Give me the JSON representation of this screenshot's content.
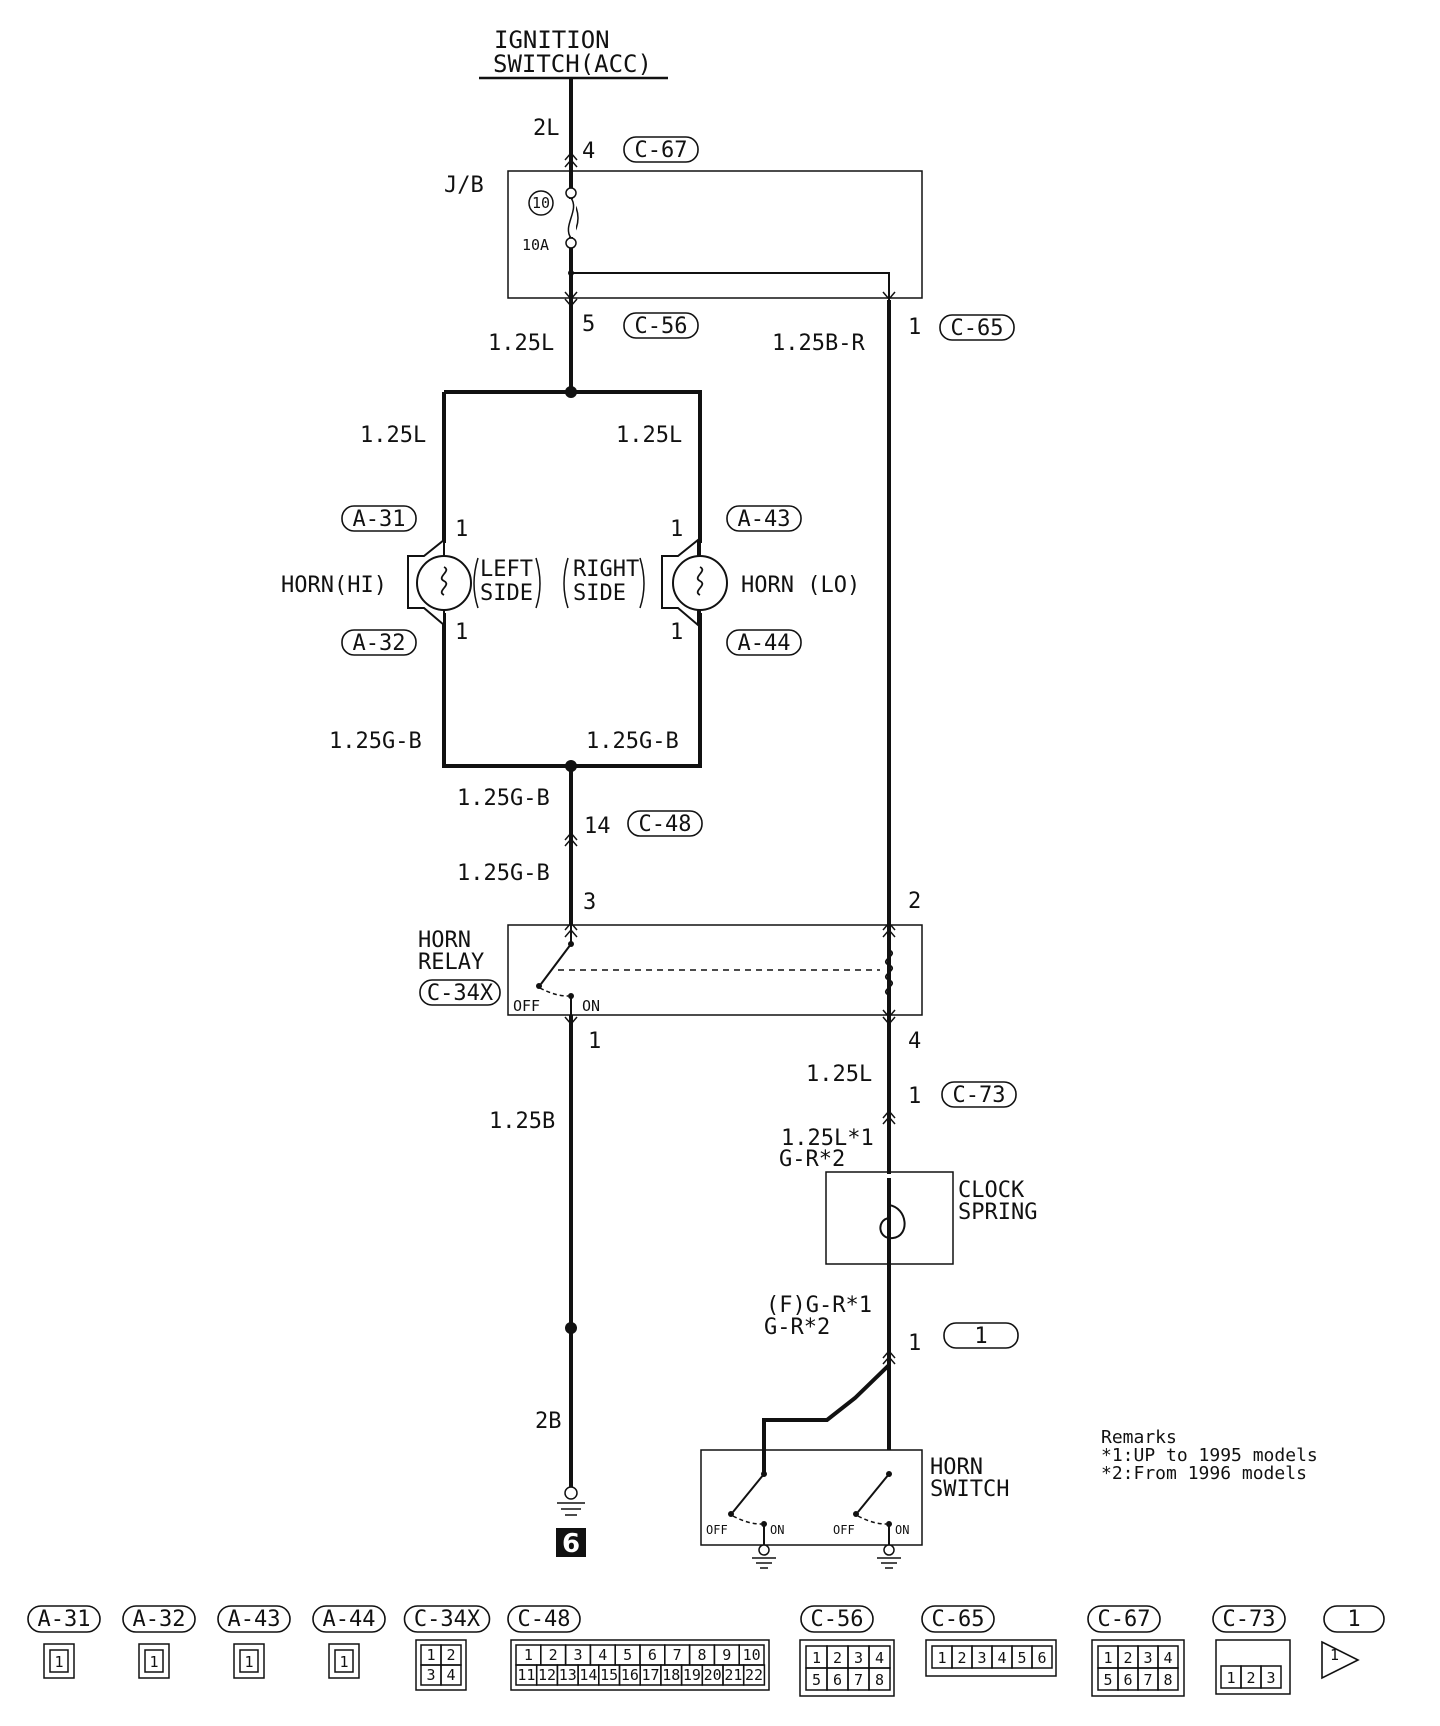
{
  "header": {
    "line1": "IGNITION",
    "line2": "SWITCH(ACC)"
  },
  "junction_block": {
    "label": "J/B",
    "fuse_number": "10",
    "fuse_rating": "10A"
  },
  "wires": {
    "w_2l": "2L",
    "w_125l_main": "1.25L",
    "w_125br": "1.25B-R",
    "w_125l_left": "1.25L",
    "w_125l_right": "1.25L",
    "w_125gb_left": "1.25G-B",
    "w_125gb_right": "1.25G-B",
    "w_125gb_mid": "1.25G-B",
    "w_125gb_mid2": "1.25G-B",
    "w_125b": "1.25B",
    "w_2b": "2B",
    "w_125l_relay": "1.25L",
    "w_clock_1": "1.25L*1",
    "w_clock_2": "G-R*2",
    "w_sw_1": "(F)G-R*1",
    "w_sw_2": "G-R*2"
  },
  "pins": {
    "p_c67": "4",
    "p_c56": "5",
    "p_c65": "1",
    "p_a31": "1",
    "p_a43": "1",
    "p_a32": "1",
    "p_a44": "1",
    "p_c48": "14",
    "p_relay3": "3",
    "p_relay2": "2",
    "p_relay1": "1",
    "p_relay4": "4",
    "p_c73": "1",
    "p_sw": "1"
  },
  "connectors": {
    "c67": "C-67",
    "c56": "C-56",
    "c65": "C-65",
    "a31": "A-31",
    "a43": "A-43",
    "a32": "A-32",
    "a44": "A-44",
    "c48": "C-48",
    "c34x": "C-34X",
    "c73": "C-73",
    "sw1": "1"
  },
  "components": {
    "horn_hi": "HORN(HI)",
    "horn_lo": "HORN (LO)",
    "left_1": "LEFT",
    "left_2": "SIDE",
    "right_1": "RIGHT",
    "right_2": "SIDE",
    "relay_1": "HORN",
    "relay_2": "RELAY",
    "relay_off": "OFF",
    "relay_on": "ON",
    "clock_1": "CLOCK",
    "clock_2": "SPRING",
    "switch_1": "HORN",
    "switch_2": "SWITCH",
    "sw_off_a": "OFF",
    "sw_on_a": "ON",
    "sw_off_b": "OFF",
    "sw_on_b": "ON"
  },
  "ground": {
    "number": "6"
  },
  "remarks": {
    "title": "Remarks",
    "line1": "*1:UP to 1995 models",
    "line2": "*2:From 1996 models"
  },
  "legend": {
    "labels": [
      "A-31",
      "A-32",
      "A-43",
      "A-44",
      "C-34X",
      "C-48",
      "C-56",
      "C-65",
      "C-67",
      "C-73",
      "1"
    ],
    "pin_1": "1",
    "c34x_pins": [
      "1",
      "2",
      "3",
      "4"
    ],
    "c48_top": [
      "1",
      "2",
      "3",
      "4",
      "5",
      "6",
      "7",
      "8",
      "9",
      "10"
    ],
    "c48_bottom": [
      "11",
      "12",
      "13",
      "14",
      "15",
      "16",
      "17",
      "18",
      "19",
      "20",
      "21",
      "22"
    ],
    "c56_pins": [
      "1",
      "2",
      "3",
      "4",
      "5",
      "6",
      "7",
      "8"
    ],
    "c65_pins": [
      "1",
      "2",
      "3",
      "4",
      "5",
      "6"
    ],
    "c67_pins": [
      "1",
      "2",
      "3",
      "4",
      "5",
      "6",
      "7",
      "8"
    ],
    "c73_pins": [
      "1",
      "2",
      "3"
    ]
  }
}
